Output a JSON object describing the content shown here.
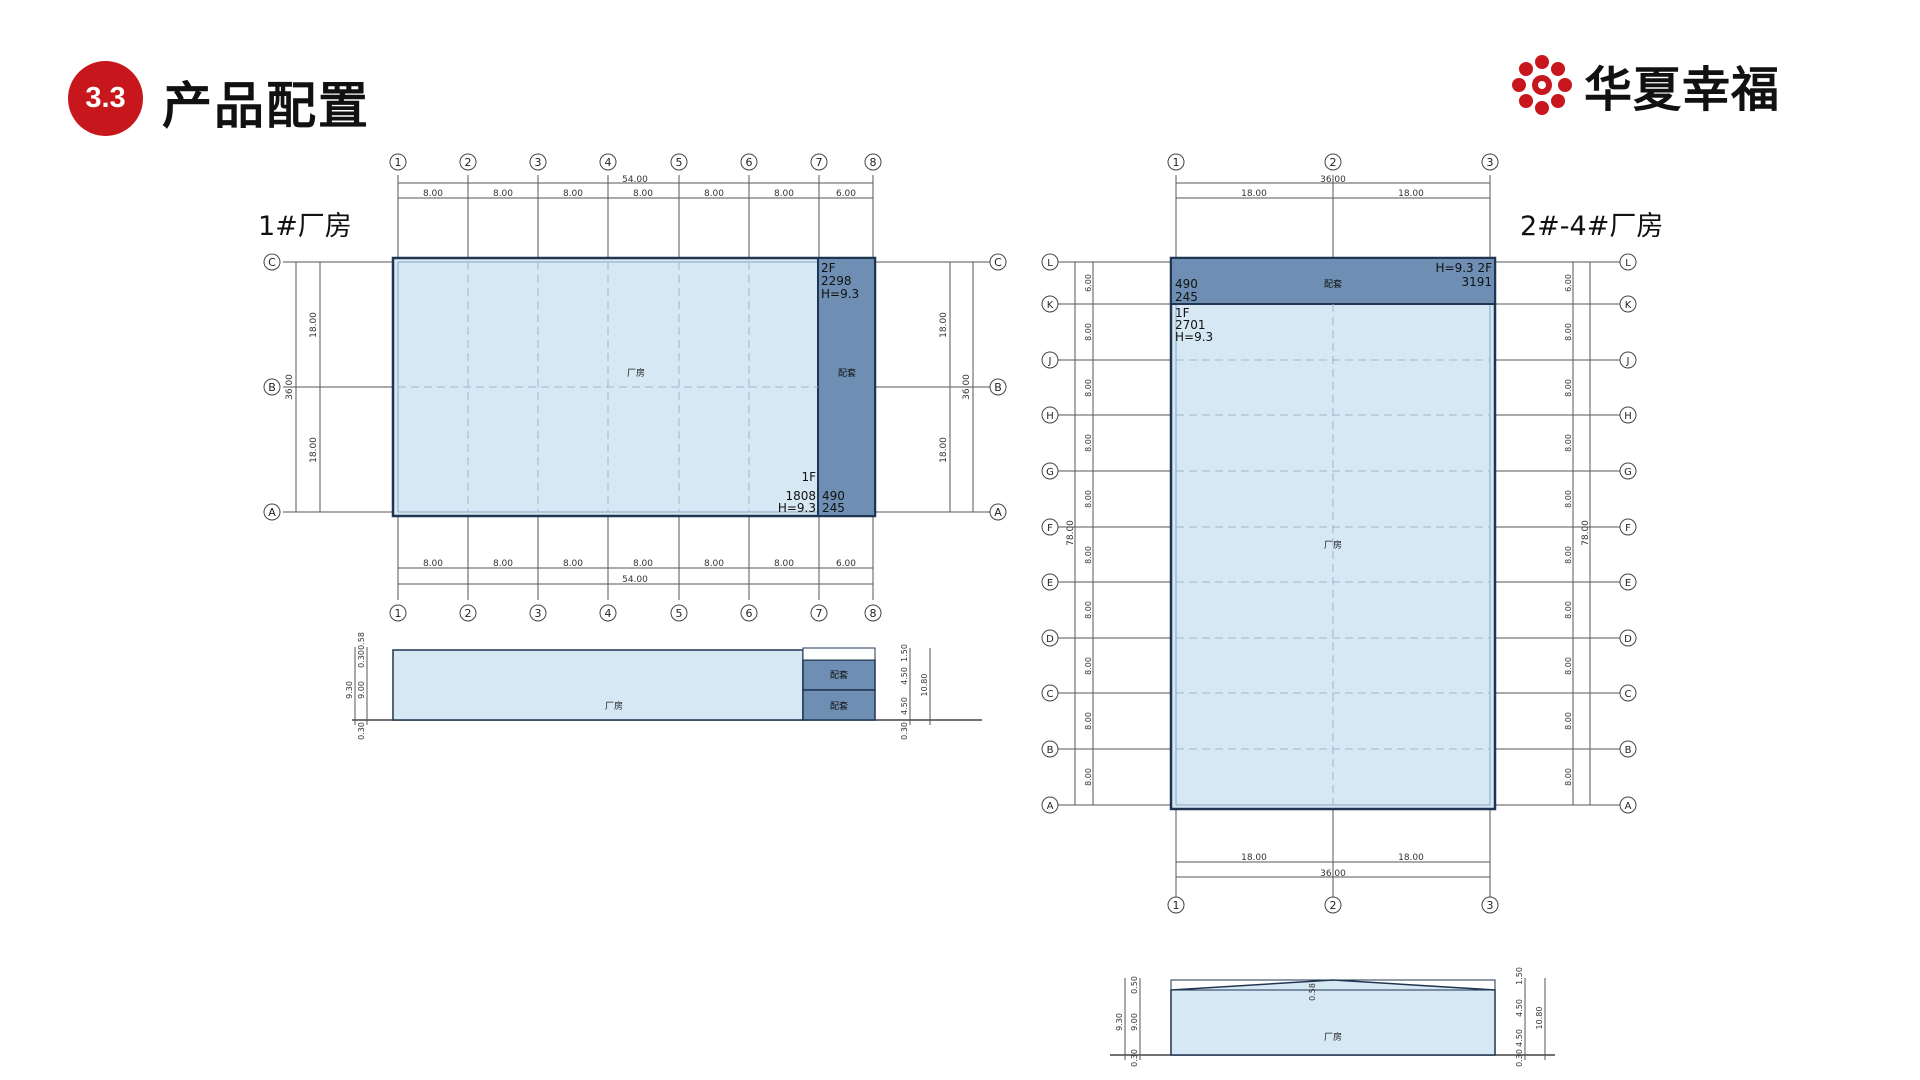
{
  "header": {
    "section_number": "3.3",
    "title": "产品配置",
    "brand_name": "华夏幸福",
    "brand_color": "#c8161d"
  },
  "plan1": {
    "label": "1#厂房",
    "grid_cols": [
      "1",
      "2",
      "3",
      "4",
      "5",
      "6",
      "7",
      "8"
    ],
    "grid_rows": [
      "A",
      "B",
      "C"
    ],
    "col_spans": [
      "8.00",
      "8.00",
      "8.00",
      "8.00",
      "8.00",
      "8.00",
      "6.00"
    ],
    "total_width": "54.00",
    "row_spans": [
      "18.00",
      "18.00"
    ],
    "total_depth": "36.00",
    "main_label": "厂房",
    "annex_label": "配套",
    "annex_note": [
      "2F",
      "2298",
      "H=9.3"
    ],
    "main_note": [
      "1F",
      "1808",
      "H=9.3"
    ],
    "annex_area": [
      "490",
      "245"
    ]
  },
  "elevation1": {
    "main_label": "厂房",
    "annex_upper": "配套",
    "annex_lower": "配套",
    "left_dims": [
      "0.58",
      "0.30",
      "9.00",
      "9.30",
      "0.30"
    ],
    "right_dims": [
      "1.50",
      "4.50",
      "10.80",
      "4.50",
      "0.30"
    ]
  },
  "plan2": {
    "label": "2#-4#厂房",
    "grid_cols": [
      "1",
      "2",
      "3"
    ],
    "grid_rows": [
      "L",
      "K",
      "J",
      "H",
      "G",
      "F",
      "E",
      "D",
      "C",
      "B",
      "A"
    ],
    "col_spans": [
      "18.00",
      "18.00"
    ],
    "total_width": "36.00",
    "row_spans": [
      "6.00",
      "8.00",
      "8.00",
      "8.00",
      "8.00",
      "8.00",
      "8.00",
      "8.00",
      "8.00",
      "8.00"
    ],
    "total_depth": "78.00",
    "main_label": "厂房",
    "annex_label": "配套",
    "annex_note": [
      "H=9.3 2F",
      "3191"
    ],
    "annex_area": [
      "490",
      "245"
    ],
    "main_note": [
      "1F",
      "2701",
      "H=9.3"
    ]
  },
  "elevation2": {
    "main_label": "厂房",
    "ridge_dim": "0.58",
    "left_dims": [
      "0.50",
      "9.00",
      "9.30",
      "0.30"
    ],
    "right_dims": [
      "1.50",
      "4.50",
      "10.80",
      "4.50",
      "0.30"
    ]
  },
  "colors": {
    "main_fill": "#d6e8f4",
    "annex_fill": "#6e8fb3",
    "outline": "#1f3552"
  }
}
